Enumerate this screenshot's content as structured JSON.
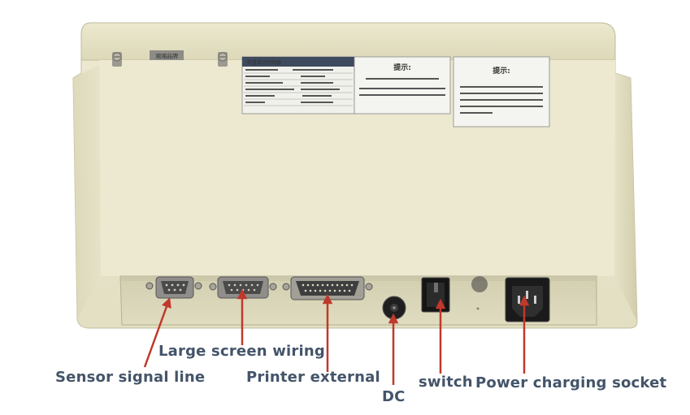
{
  "labels": {
    "large_screen": "Large screen wiring",
    "sensor": "Sensor signal line",
    "printer": "Printer external",
    "dc": "DC",
    "switch": "switch",
    "power": "Power charging socket"
  },
  "panel": {
    "badge": "湘湘品牌",
    "spec_header": "称重显示控制器",
    "notice1_title": "提示:",
    "notice2_title": "提示:"
  },
  "colors": {
    "label_text": "#44546a",
    "arrow": "#c0392b",
    "housing": "#e9e5c7"
  }
}
